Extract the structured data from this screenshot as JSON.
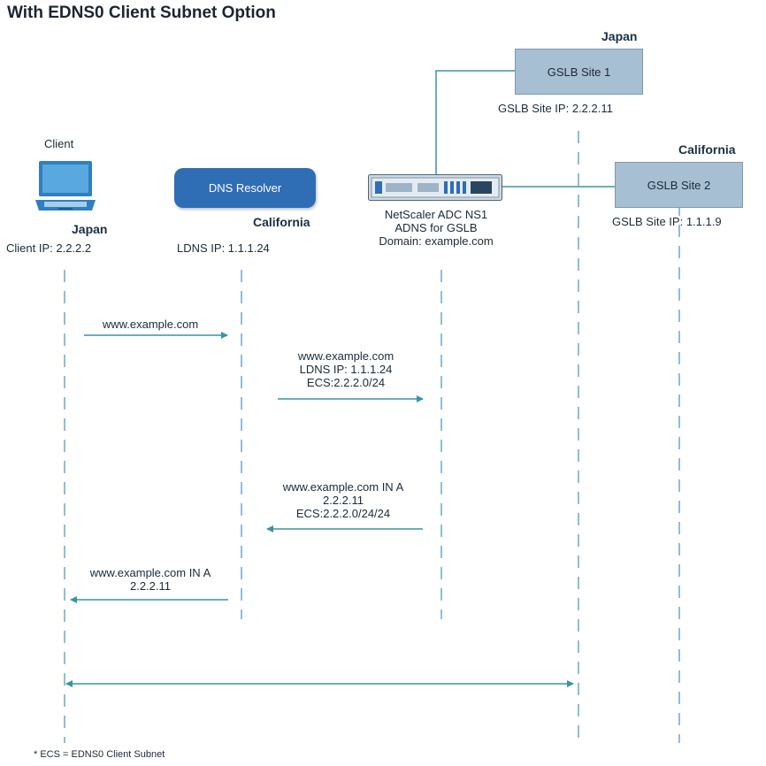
{
  "title": "With EDNS0 Client Subnet Option",
  "client": {
    "label": "Client",
    "region": "Japan",
    "ip": "Client IP: 2.2.2.2"
  },
  "resolver": {
    "label": "DNS Resolver",
    "region": "California",
    "ip": "LDNS IP: 1.1.1.24"
  },
  "adc": {
    "line1": "NetScaler ADC NS1",
    "line2": "ADNS for GSLB",
    "line3": "Domain: example.com"
  },
  "site1": {
    "region": "Japan",
    "label": "GSLB Site 1",
    "ip": "GSLB Site IP: 2.2.2.11"
  },
  "site2": {
    "region": "California",
    "label": "GSLB Site 2",
    "ip": "GSLB Site IP: 1.1.1.9"
  },
  "messages": {
    "m1": {
      "l1": "www.example.com"
    },
    "m2": {
      "l1": "www.example.com",
      "l2": "LDNS IP: 1.1.1.24",
      "l3": "ECS:2.2.2.0/24"
    },
    "m3": {
      "l1": "www.example.com IN A",
      "l2": "2.2.2.11",
      "l3": "ECS:2.2.2.0/24/24"
    },
    "m4": {
      "l1": "www.example.com IN A",
      "l2": "2.2.2.11"
    }
  },
  "footnote": "* ECS = EDNS0 Client Subnet",
  "colors": {
    "lifeline": "#6aa6d0",
    "connector": "#3a93a6",
    "arrow": "#3a93a6",
    "site_fill": "#a7bfd2",
    "resolver_fill": "#2f6db5"
  },
  "icons": {
    "client": "laptop-icon",
    "adc": "server-appliance-icon"
  }
}
